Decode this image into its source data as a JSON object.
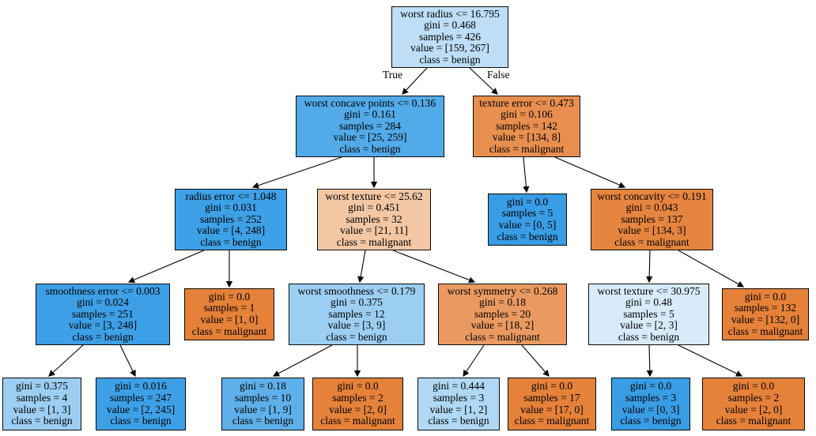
{
  "diagram": {
    "type": "decision-tree",
    "edge_labels": {
      "true": "True",
      "false": "False"
    },
    "class_colors": {
      "malignant": "#e58139",
      "benign": "#399de5"
    },
    "nodes": [
      {
        "name": "node-worst-radius",
        "color": "#bddef6",
        "lines": [
          "worst radius <= 16.795",
          "gini = 0.468",
          "samples = 426",
          "value = [159, 267]",
          "class = benign"
        ]
      },
      {
        "name": "node-worst-concave-points",
        "color": "#52aae8",
        "lines": [
          "worst concave points <= 0.136",
          "gini = 0.161",
          "samples = 284",
          "value = [25, 259]",
          "class = benign"
        ]
      },
      {
        "name": "node-texture-error",
        "color": "#e88f50",
        "lines": [
          "texture error <= 0.473",
          "gini = 0.106",
          "samples = 142",
          "value = [134, 8]",
          "class = malignant"
        ]
      },
      {
        "name": "node-radius-error",
        "color": "#3ea0e6",
        "lines": [
          "radius error <= 1.048",
          "gini = 0.031",
          "samples = 252",
          "value = [4, 248]",
          "class = benign"
        ]
      },
      {
        "name": "node-worst-texture-25",
        "color": "#f3c7a4",
        "lines": [
          "worst texture <= 25.62",
          "gini = 0.451",
          "samples = 32",
          "value = [21, 11]",
          "class = malignant"
        ]
      },
      {
        "name": "leaf-benign-5",
        "color": "#399de5",
        "lines": [
          "gini = 0.0",
          "samples = 5",
          "value = [0, 5]",
          "class = benign"
        ]
      },
      {
        "name": "node-worst-concavity",
        "color": "#e6853f",
        "lines": [
          "worst concavity <= 0.191",
          "gini = 0.043",
          "samples = 137",
          "value = [134, 3]",
          "class = malignant"
        ]
      },
      {
        "name": "node-smoothness-error",
        "color": "#3da0e6",
        "lines": [
          "smoothness error <= 0.003",
          "gini = 0.024",
          "samples = 251",
          "value = [3, 248]",
          "class = benign"
        ]
      },
      {
        "name": "leaf-malignant-1",
        "color": "#e58139",
        "lines": [
          "gini = 0.0",
          "samples = 1",
          "value = [1, 0]",
          "class = malignant"
        ]
      },
      {
        "name": "node-worst-smoothness",
        "color": "#9ccef2",
        "lines": [
          "worst smoothness <= 0.179",
          "gini = 0.375",
          "samples = 12",
          "value = [3, 9]",
          "class = benign"
        ]
      },
      {
        "name": "node-worst-symmetry",
        "color": "#ea9a61",
        "lines": [
          "worst symmetry <= 0.268",
          "gini = 0.18",
          "samples = 20",
          "value = [18, 2]",
          "class = malignant"
        ]
      },
      {
        "name": "node-worst-texture-30",
        "color": "#d7ebfa",
        "lines": [
          "worst texture <= 30.975",
          "gini = 0.48",
          "samples = 5",
          "value = [2, 3]",
          "class = benign"
        ]
      },
      {
        "name": "leaf-malignant-132",
        "color": "#e58139",
        "lines": [
          "gini = 0.0",
          "samples = 132",
          "value = [132, 0]",
          "class = malignant"
        ]
      },
      {
        "name": "leaf-benign-4",
        "color": "#9ccef2",
        "lines": [
          "gini = 0.375",
          "samples = 4",
          "value = [1, 3]",
          "class = benign"
        ]
      },
      {
        "name": "leaf-benign-247",
        "color": "#3da0e6",
        "lines": [
          "gini = 0.016",
          "samples = 247",
          "value = [2, 245]",
          "class = benign"
        ]
      },
      {
        "name": "leaf-benign-10",
        "color": "#5fb0ea",
        "lines": [
          "gini = 0.18",
          "samples = 10",
          "value = [1, 9]",
          "class = benign"
        ]
      },
      {
        "name": "leaf-malignant-2a",
        "color": "#e58139",
        "lines": [
          "gini = 0.0",
          "samples = 2",
          "value = [2, 0]",
          "class = malignant"
        ]
      },
      {
        "name": "leaf-benign-3a",
        "color": "#b0d8f5",
        "lines": [
          "gini = 0.444",
          "samples = 3",
          "value = [1, 2]",
          "class = benign"
        ]
      },
      {
        "name": "leaf-malignant-17",
        "color": "#e58139",
        "lines": [
          "gini = 0.0",
          "samples = 17",
          "value = [17, 0]",
          "class = malignant"
        ]
      },
      {
        "name": "leaf-benign-3b",
        "color": "#399de5",
        "lines": [
          "gini = 0.0",
          "samples = 3",
          "value = [0, 3]",
          "class = benign"
        ]
      },
      {
        "name": "leaf-malignant-2b",
        "color": "#e58139",
        "lines": [
          "gini = 0.0",
          "samples = 2",
          "value = [2, 0]",
          "class = malignant"
        ]
      }
    ]
  }
}
